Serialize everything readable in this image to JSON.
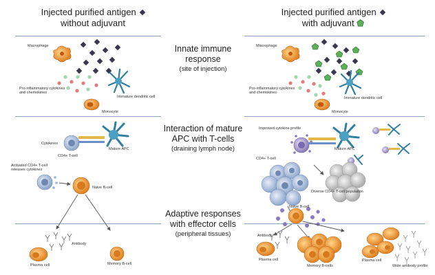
{
  "headers": {
    "left_line1": "Injected purified antigen",
    "left_line2": "without adjuvant",
    "right_line1": "Injected purified antigen",
    "right_line2": "with adjuvant"
  },
  "stages": {
    "innate": {
      "title_line1": "Innate immune",
      "title_line2": "response",
      "subtitle": "(site of injection)"
    },
    "interaction": {
      "title_line1": "Interaction of mature",
      "title_line2": "APC with T-cells",
      "subtitle": "(draining lymph node)"
    },
    "adaptive": {
      "title_line1": "Adaptive responses",
      "title_line2": "with effector cells",
      "subtitle": "(peripheral tissues)"
    }
  },
  "left_labels": {
    "macrophage": "Macrophage",
    "cytokines_1": "Pro-inflammatory cytokines",
    "cytokines_2": "and chemokines",
    "dendritic": "Immature dendritic cell",
    "monocyte": "Monocyte",
    "cytokines": "Cytokines",
    "cd4": "CD4+ T-cell",
    "mature_apc": "Mature APC",
    "activated_1": "Activated CD4+ T-cell",
    "activated_2": "releases cytokines",
    "naive_b": "Naive B-cell",
    "antibody": "Antibody",
    "plasma": "Plasma cell",
    "memory": "Memory B-cell"
  },
  "right_labels": {
    "macrophage": "Macrophage",
    "cytokines_1": "Pro-inflammatory cytokines",
    "cytokines_2": "and chemokines",
    "dendritic": "Immature dendritic cell",
    "monocyte": "Monocyte",
    "improved": "Improved cytokine profile",
    "cd4": "CD4+ T-cell",
    "mature_apc": "Mature APC",
    "diverse": "Diverse CD4+ T-cell population",
    "naive_b": "Naive B-cell",
    "antibody": "Antibody",
    "plasma_r": "Plasma cell",
    "memory": "Memory B-cells",
    "plasma_c": "Plasma cell",
    "wide": "Wide antibody profile"
  },
  "icons": [
    "antigen-diamond-icon",
    "adjuvant-pentagon-icon"
  ],
  "colors": {
    "antigen": "#3a3550",
    "adjuvant": "#5bb15a",
    "dendritic": "#4aa0c0",
    "macrophage": "#e8932e",
    "plasma": "#f0a040",
    "tcell": "#9bb3d6",
    "divider": "#8ea3c4"
  }
}
